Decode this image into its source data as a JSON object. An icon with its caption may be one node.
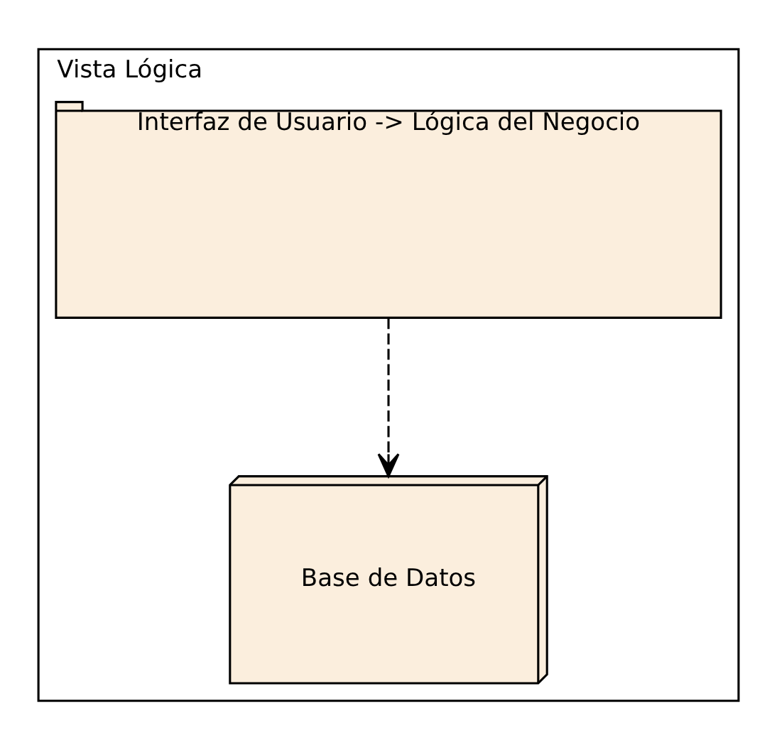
{
  "diagram": {
    "nodes": [
      {
        "text": [
          "Vista Lógica"
        ]
      },
      {
        "text": [
          "Interfaz de Usuario -> Lógica del Negocio"
        ],
        "in": 0
      },
      {
        "text": [
          "Base de Datos"
        ],
        "in": 0
      }
    ],
    "edges": [
      {
        "from": 1,
        "to": 2,
        "arrow": "to",
        "style": "dashed"
      }
    ]
  }
}
